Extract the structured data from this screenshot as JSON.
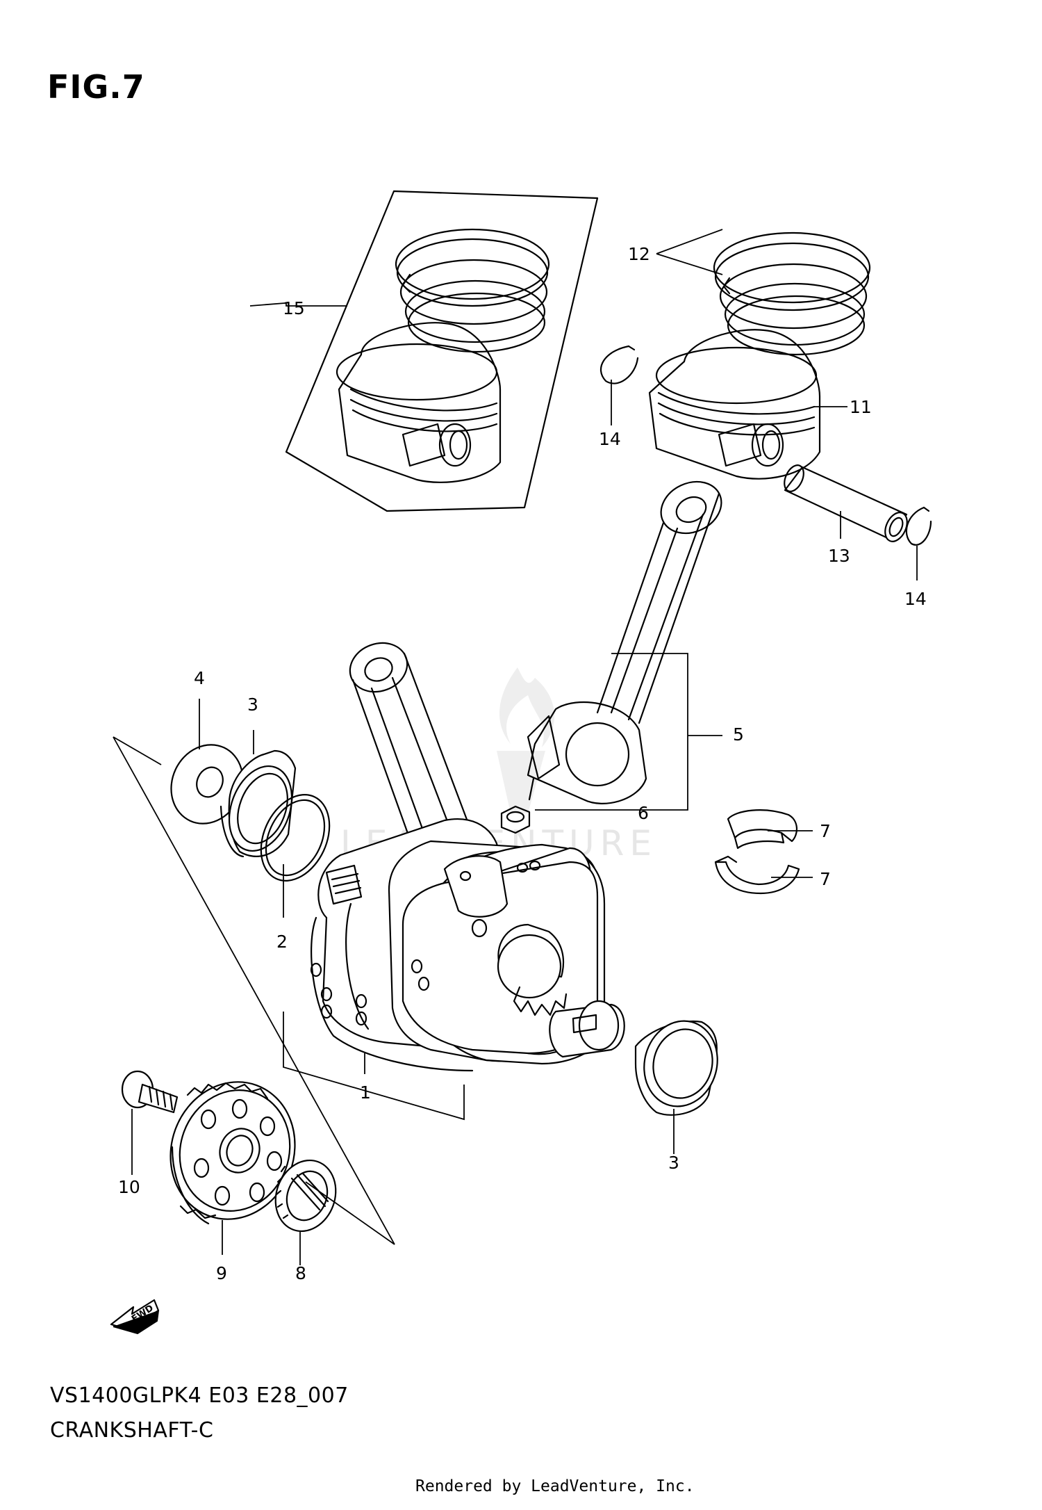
{
  "figure": {
    "title": "FIG.7",
    "model_code": "VS1400GLPK4 E03 E28_007",
    "diagram_name": "CRANKSHAFT-C",
    "render_credit": "Rendered by LeadVenture, Inc.",
    "watermark": "LEADVENTURE",
    "direction_mark": "FWD"
  },
  "callouts": {
    "c1": "1",
    "c2": "2",
    "c3a": "3",
    "c3b": "3",
    "c4": "4",
    "c5": "5",
    "c6": "6",
    "c7a": "7",
    "c7b": "7",
    "c8": "8",
    "c9": "9",
    "c10": "10",
    "c11": "11",
    "c12": "12",
    "c13": "13",
    "c14a": "14",
    "c14b": "14",
    "c15": "15"
  },
  "icons": {
    "direction": "fwd-arrow-icon",
    "watermark": "flame-logo-icon"
  }
}
